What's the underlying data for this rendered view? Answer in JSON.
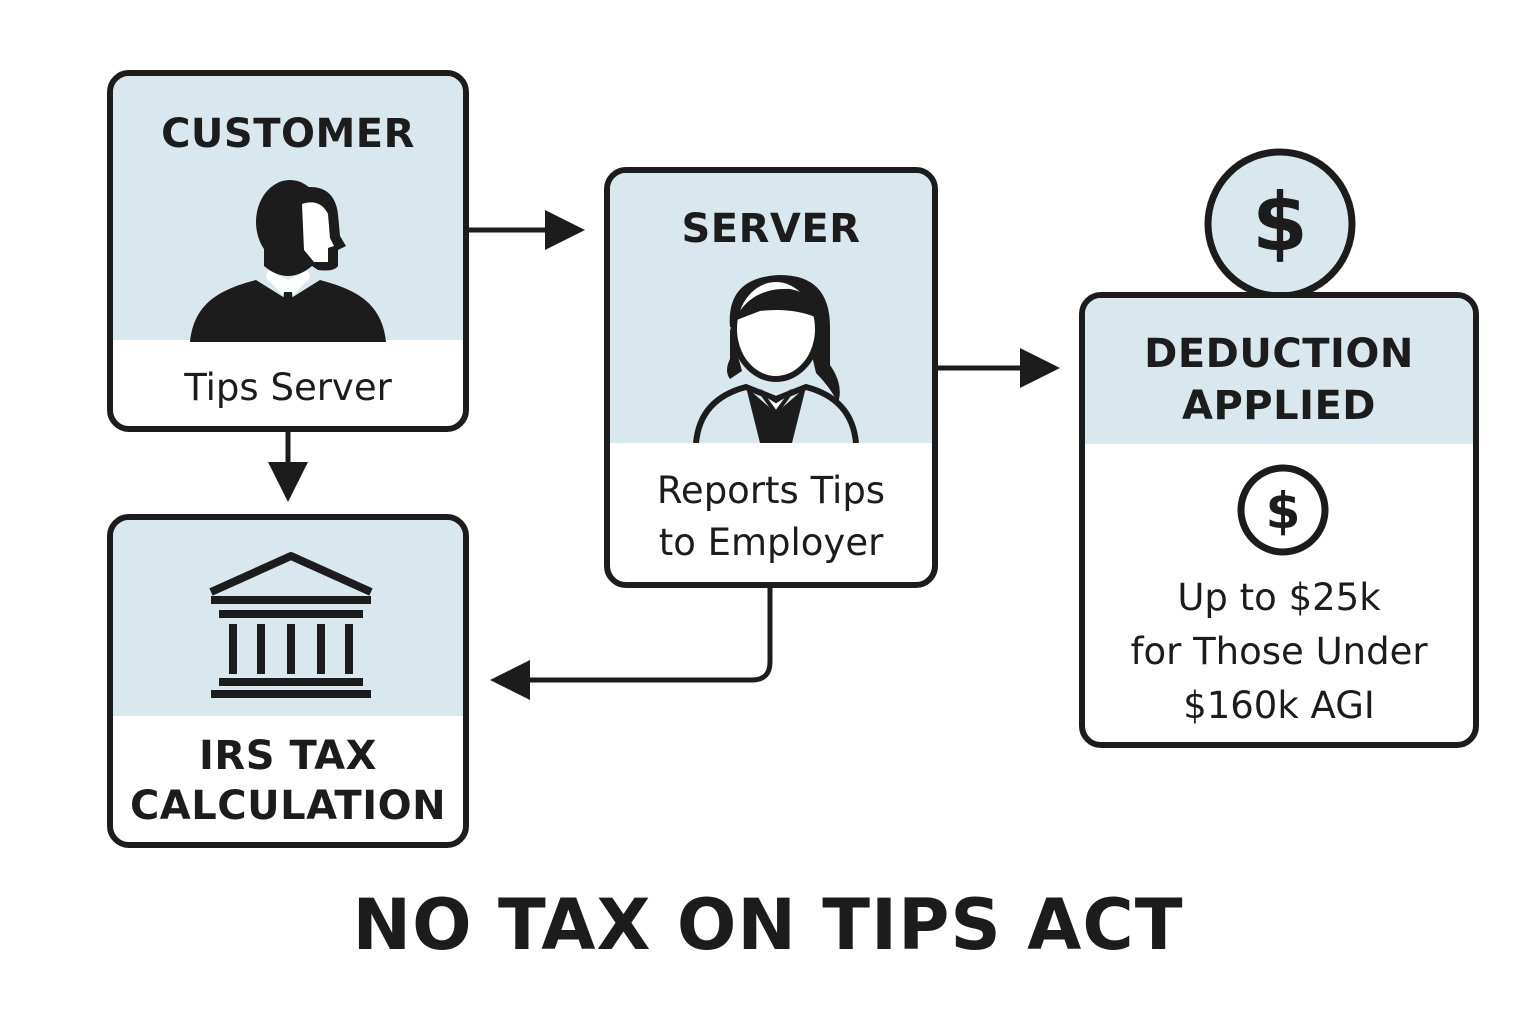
{
  "title": "NO TAX ON TIPS ACT",
  "colors": {
    "stroke": "#1c1c1c",
    "band": "#d9e7ef",
    "background": "#ffffff"
  },
  "nodes": {
    "customer": {
      "heading": "CUSTOMER",
      "caption": "Tips Server",
      "icon": "man-in-suit-icon"
    },
    "server": {
      "heading": "SERVER",
      "caption_line1": "Reports Tips",
      "caption_line2": "to Employer",
      "icon": "woman-server-icon"
    },
    "irs": {
      "heading_line1": "IRS TAX",
      "heading_line2": "CALCULATION",
      "icon": "bank-building-icon"
    },
    "deduction": {
      "heading_line1": "DEDUCTION",
      "heading_line2": "APPLIED",
      "body_line1": "Up to $25k",
      "body_line2": "for Those Under",
      "body_line3": "$160k AGI",
      "icon": "dollar-coin-icon",
      "badge_icon": "dollar-badge-icon"
    }
  },
  "edges": [
    {
      "from": "customer",
      "to": "server"
    },
    {
      "from": "customer",
      "to": "irs"
    },
    {
      "from": "server",
      "to": "deduction"
    },
    {
      "from": "server",
      "to": "irs"
    }
  ]
}
